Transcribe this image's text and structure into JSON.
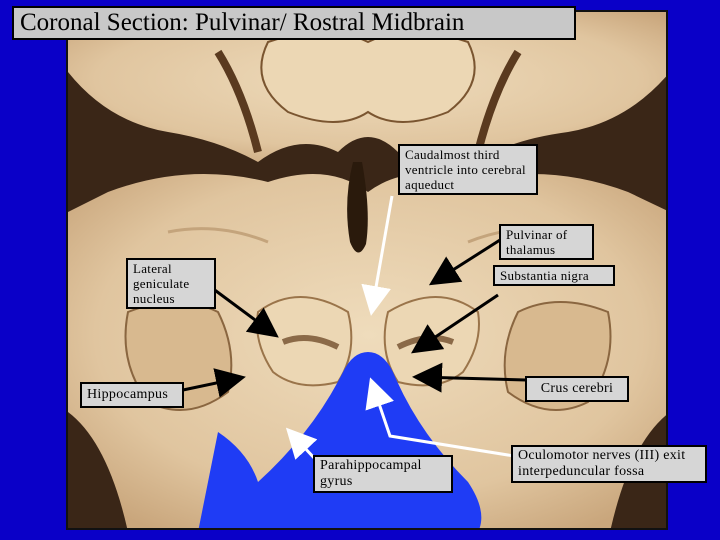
{
  "title": "Coronal Section: Pulvinar/ Rostral Midbrain",
  "labels": {
    "third_ventricle": "Caudalmost third ventricle into cerebral aqueduct",
    "pulvinar": "Pulvinar of thalamus",
    "lateral_geniculate": "Lateral geniculate nucleus",
    "substantia_nigra": "Substantia nigra",
    "hippocampus": "Hippocampus",
    "crus_cerebri": "Crus cerebri",
    "parahippocampal": "Parahippocampal gyrus",
    "oculomotor": "Oculomotor nerves (III) exit interpeduncular fossa"
  },
  "colors": {
    "background": "#0a00c8",
    "tissue": "#e2c9a3",
    "cavity_blue": "#1f3cf5",
    "label_bg": "#d6d6d6"
  }
}
